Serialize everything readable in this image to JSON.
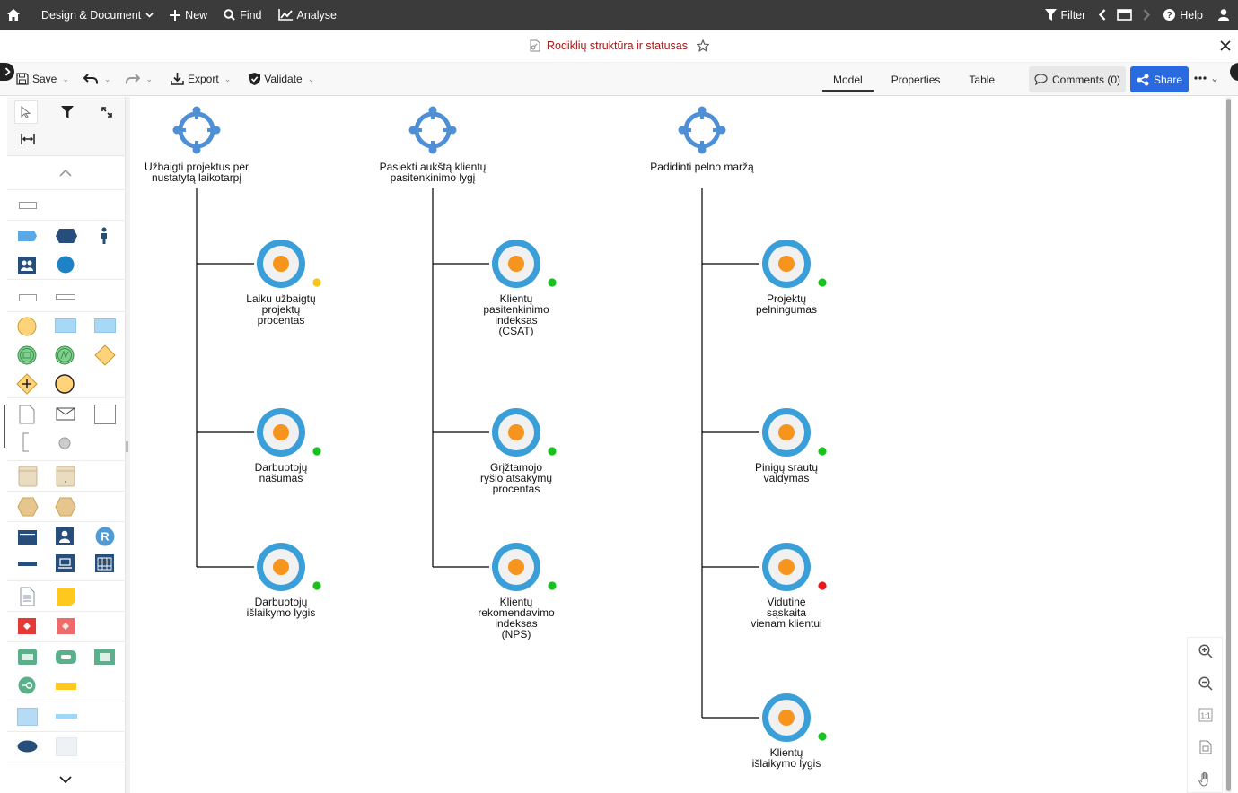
{
  "topnav": {
    "home_icon": "home-icon",
    "design_label": "Design & Document",
    "new_label": "New",
    "find_label": "Find",
    "analyse_label": "Analyse",
    "filter_label": "Filter",
    "help_label": "Help"
  },
  "document": {
    "title": "Rodiklių struktūra ir statusas"
  },
  "toolbar": {
    "save_label": "Save",
    "export_label": "Export",
    "validate_label": "Validate",
    "tabs": [
      "Model",
      "Properties",
      "Table"
    ],
    "active_tab": "Model",
    "comments_label": "Comments (0)",
    "share_label": "Share"
  },
  "colors": {
    "status_green": "#19c11c",
    "status_yellow": "#f5c518",
    "status_red": "#e51a1a",
    "kpi_ring": "#3a9fd8",
    "kpi_core": "#f7941d",
    "goal_icon": "#4f8fd6",
    "share_button": "#2a6ae0",
    "title_text": "#a31818"
  },
  "diagram": {
    "goals": [
      {
        "label": "Užbaigti projektus per\nnustatytą laikotarpį",
        "kpis": [
          {
            "label": "Laiku užbaigtų\nprojektų\nprocentas",
            "status": "yellow"
          },
          {
            "label": "Darbuotojų\nnašumas",
            "status": "green"
          },
          {
            "label": "Darbuotojų\nišlaikymo lygis",
            "status": "green"
          }
        ]
      },
      {
        "label": "Pasiekti aukštą klientų\npasitenkinimo lygį",
        "kpis": [
          {
            "label": "Klientų\npasitenkinimo\nindeksas\n(CSAT)",
            "status": "green"
          },
          {
            "label": "Grįžtamojo\nryšio atsakymų\nprocentas",
            "status": "green"
          },
          {
            "label": "Klientų\nrekomendavimo\nindeksas\n(NPS)",
            "status": "green"
          }
        ]
      },
      {
        "label": "Padidinti pelno maržą",
        "kpis": [
          {
            "label": "Projektų\npelningumas",
            "status": "green"
          },
          {
            "label": "Pinigų srautų\nvaldymas",
            "status": "green"
          },
          {
            "label": "Vidutinė\nsąskaita\nvienam klientui",
            "status": "red"
          },
          {
            "label": "Klientų\nišlaikymo lygis",
            "status": "green"
          }
        ]
      }
    ]
  },
  "zoom_tools": [
    "zoom-in-icon",
    "zoom-out-icon",
    "actual-size-icon",
    "fit-page-icon",
    "pan-hand-icon"
  ]
}
